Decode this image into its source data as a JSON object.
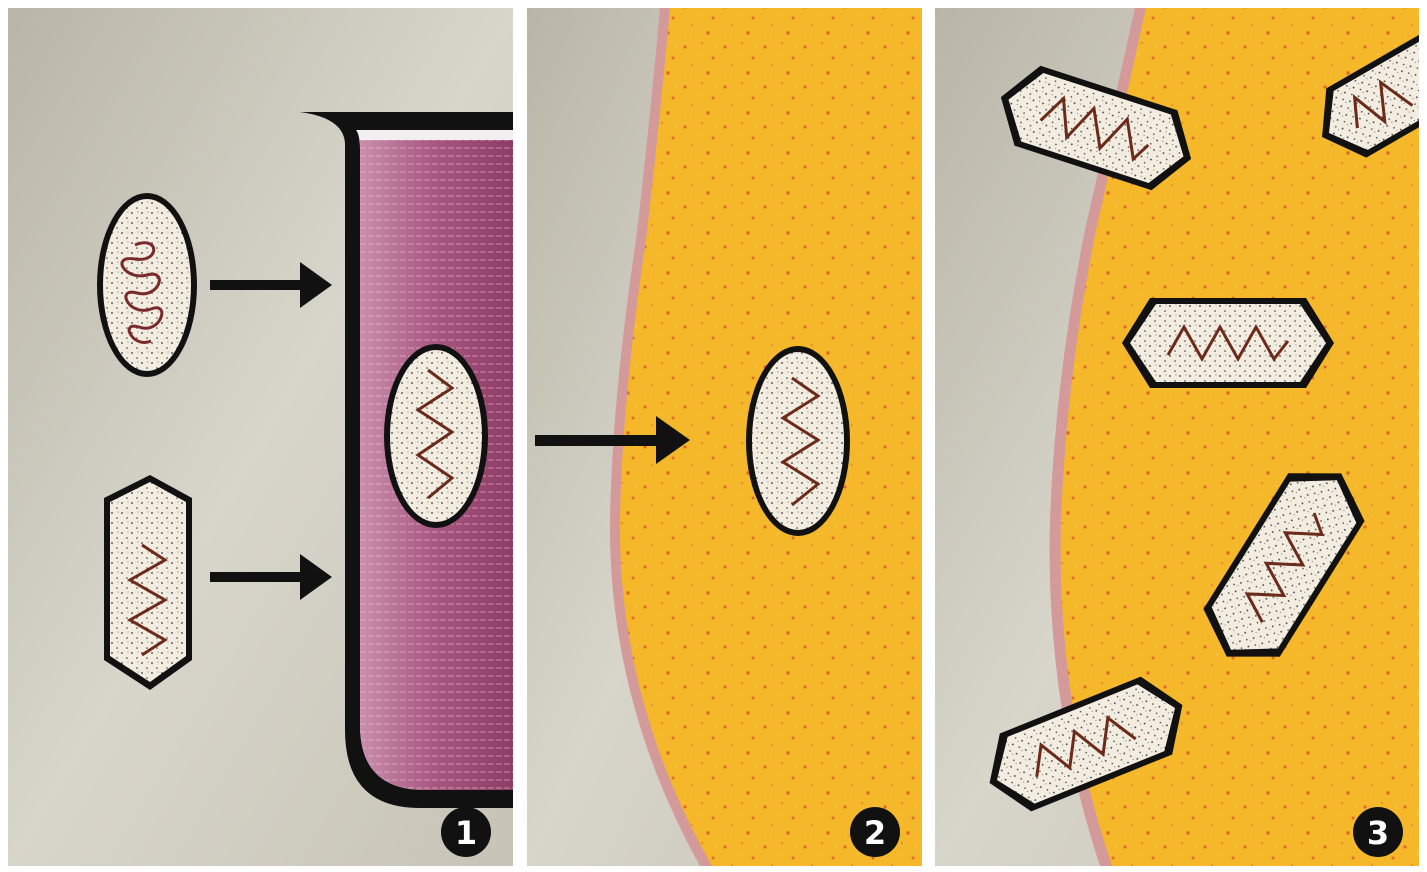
{
  "panels": [
    {
      "id": "panel-1",
      "number_label": "1"
    },
    {
      "id": "panel-2",
      "number_label": "2"
    },
    {
      "id": "panel-3",
      "number_label": "3"
    }
  ],
  "colors": {
    "background_gray": "#cfcbbf",
    "frame_white": "#ffffff",
    "tube_liquid": "#a8557f",
    "tube_wall": "#111111",
    "host_yellow": "#f4b527",
    "host_membrane": "#c98a8a",
    "speckle_red": "#d8482a",
    "particle_fill": "#f2ede0",
    "gene_line": "#6b2a1a"
  },
  "icons": {
    "arrow": "right-arrow-icon",
    "oval_particle": "oval-virus-particle-icon",
    "hexagonal_particle": "hexagonal-virus-particle-icon",
    "test_tube": "test-tube-icon"
  }
}
